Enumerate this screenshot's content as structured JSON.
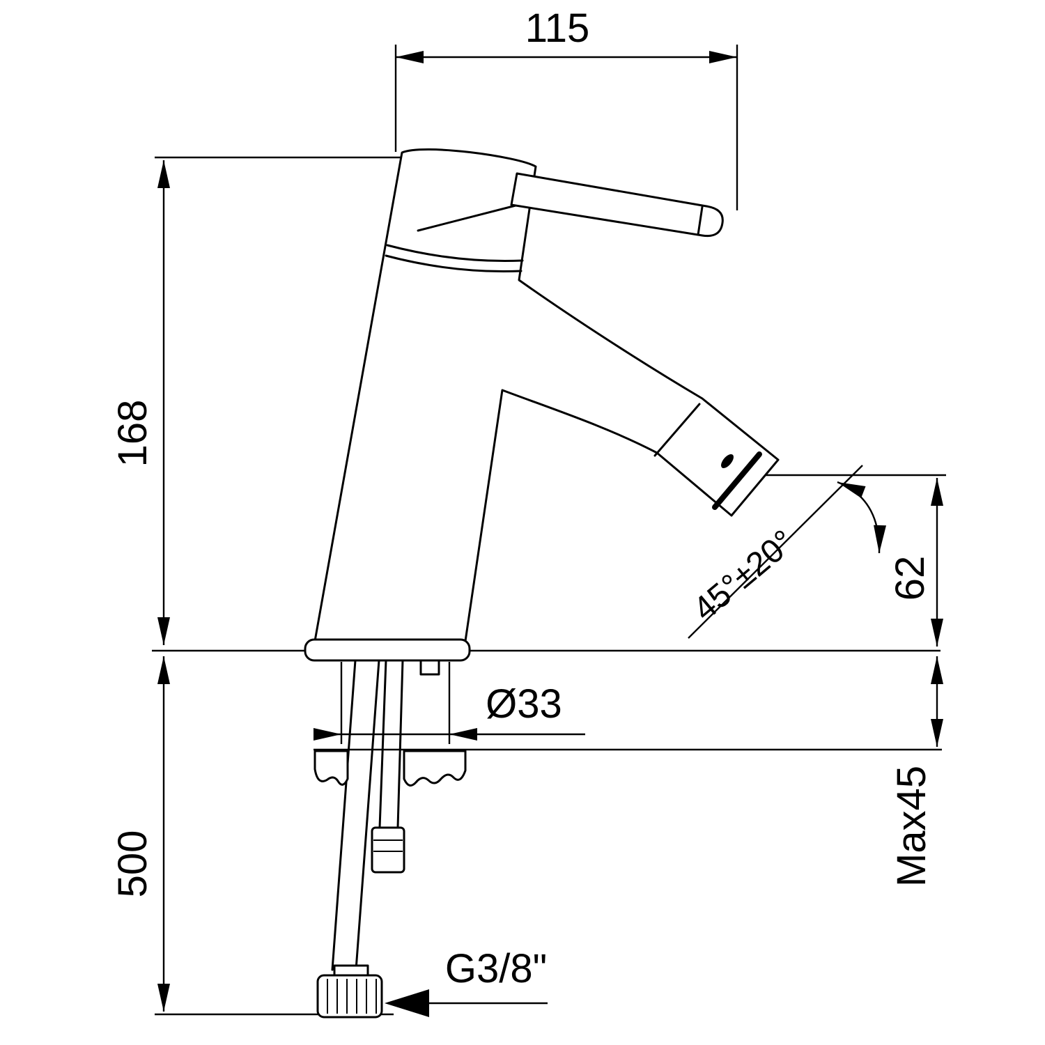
{
  "page": {
    "background": "#ffffff",
    "line_color": "#000000"
  },
  "diagram": {
    "type": "technical-drawing",
    "subject": "single-lever mixer tap, side elevation with installation dimensions",
    "labels": {
      "width_top": "115",
      "body_height": "168",
      "outlet_height": "62",
      "spray_angle": "45°±20°",
      "hole_diameter": "Ø33",
      "max_deck_thickness": "Max45",
      "hose_length": "500",
      "thread_size": "G3/8\""
    }
  }
}
